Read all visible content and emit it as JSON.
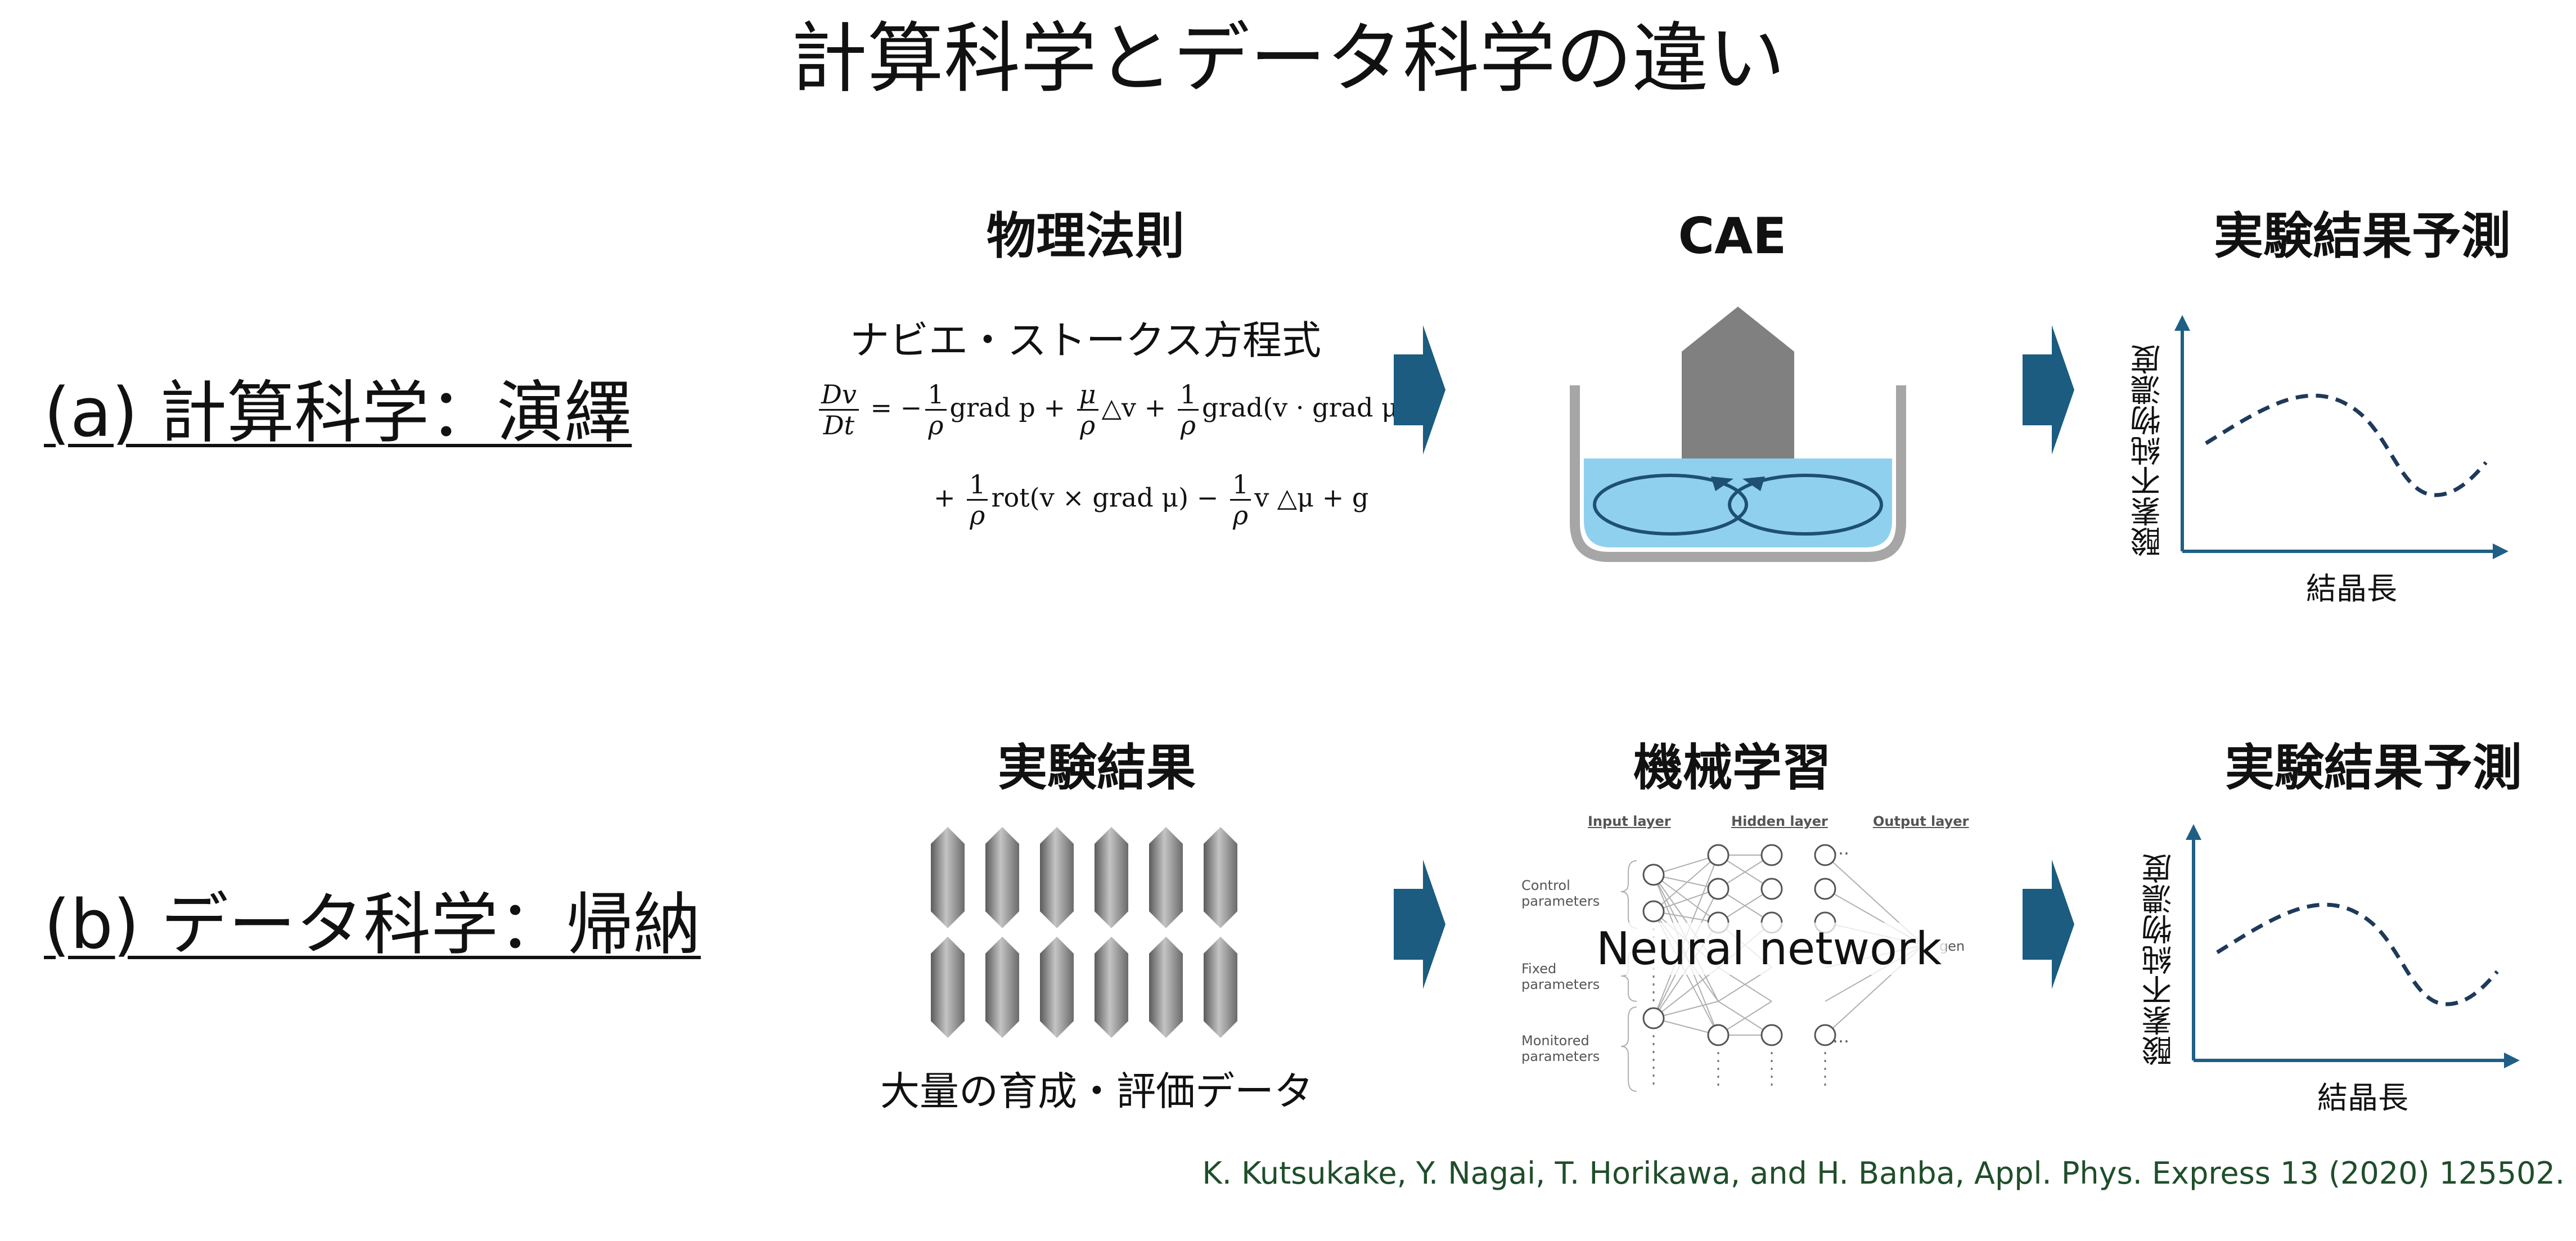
{
  "title": "計算科学とデータ科学の違い",
  "colors": {
    "arrow": "#1b5c80",
    "chart_axis": "#1f5f85",
    "curve": "#1e3a5a",
    "liquid": "#8fd0ee",
    "vessel": "#a6a6a6",
    "ingot": "#808080"
  },
  "row_a": {
    "label": "(a) 計算科学：演繹",
    "stage1": {
      "title": "物理法則",
      "subtitle": "ナビエ・ストークス方程式"
    },
    "stage2": {
      "title": "CAE"
    },
    "stage3": {
      "title": "実験結果予測",
      "ylabel": "酸素不純物濃度",
      "xlabel": "結晶長"
    }
  },
  "row_b": {
    "label": "(b) データ科学：帰納",
    "stage1": {
      "title": "実験結果",
      "caption": "大量の育成・評価データ"
    },
    "stage2": {
      "title": "機械学習",
      "overlay": "Neural network",
      "layer_headers": [
        "Input layer",
        "Hidden layer",
        "Output layer"
      ],
      "input_groups": [
        "Control parameters",
        "Fixed parameters",
        "Monitored parameters"
      ],
      "output_partial": "gen",
      "ellipsis": "…"
    },
    "stage3": {
      "title": "実験結果予測",
      "ylabel": "酸素不純物濃度",
      "xlabel": "結晶長"
    }
  },
  "equation": {
    "line1": {
      "lhs_num": "Dv",
      "lhs_den": "Dt",
      "t1_num": "1",
      "t1_den": "ρ",
      "t1_body": "grad p +",
      "t2_num": "μ",
      "t2_den": "ρ",
      "t2_body": "△v +",
      "t3_num": "1",
      "t3_den": "ρ",
      "t3_body": "grad(v · grad μ) ·"
    },
    "line2": {
      "t4_num": "1",
      "t4_den": "ρ",
      "t4_body": "rot(v × grad μ) −",
      "t5_num": "1",
      "t5_den": "ρ",
      "t5_body": "v △μ + g"
    }
  },
  "citation": "K. Kutsukake, Y. Nagai, T. Horikawa, and H. Banba, Appl. Phys. Express 13 (2020) 125502."
}
